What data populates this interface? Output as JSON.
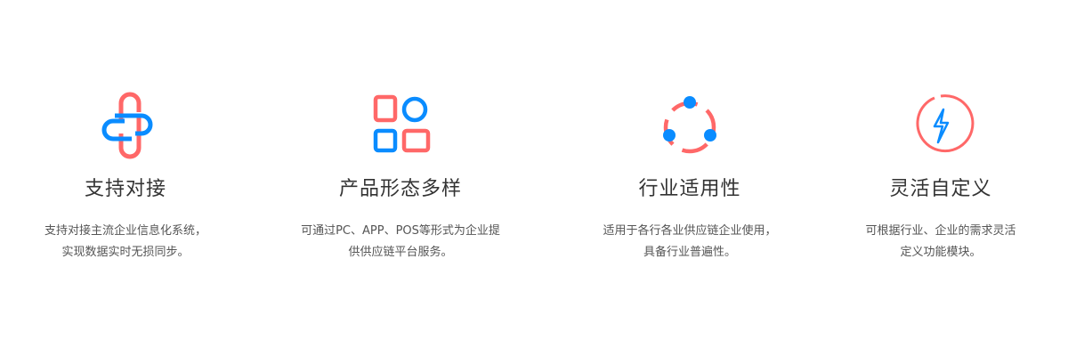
{
  "colors": {
    "red": "#ff6868",
    "blue": "#0a8cff",
    "title": "#333333",
    "text": "#555555"
  },
  "features": [
    {
      "icon": "link-icon",
      "title": "支持对接",
      "desc": [
        "支持对接主流企业信息化系统，",
        "实现数据实时无损同步。"
      ]
    },
    {
      "icon": "apps-grid-icon",
      "title": "产品形态多样",
      "desc": [
        "可通过PC、APP、POS等形式为企业提",
        "供供应链平台服务。"
      ]
    },
    {
      "icon": "share-network-icon",
      "title": "行业适用性",
      "desc": [
        "适用于各行各业供应链企业使用，",
        "具备行业普遍性。"
      ]
    },
    {
      "icon": "lightning-icon",
      "title": "灵活自定义",
      "desc": [
        "可根据行业、企业的需求灵活",
        "定义功能模块。"
      ]
    }
  ]
}
